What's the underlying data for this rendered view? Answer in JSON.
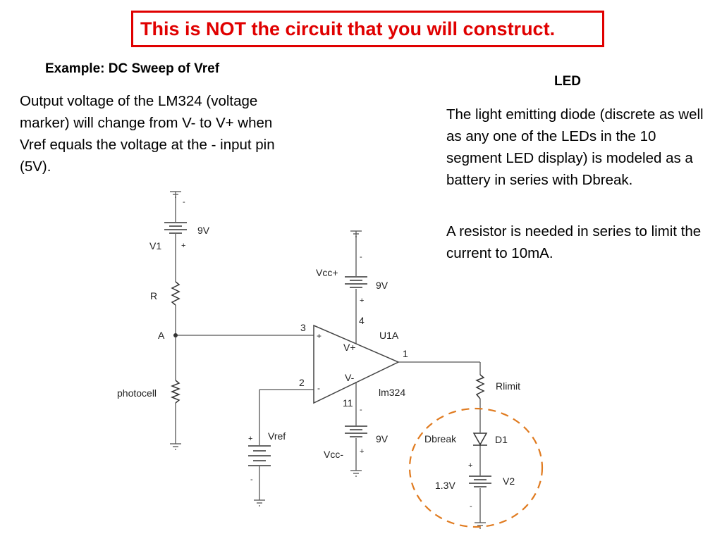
{
  "banner": {
    "text": "This is NOT the circuit that you will construct."
  },
  "example": {
    "heading": "Example:  DC Sweep of Vref",
    "text": "Output voltage of the LM324 (voltage marker) will change from V- to V+ when Vref equals the voltage at the - input pin (5V)."
  },
  "led": {
    "heading": "LED",
    "paragraph1": "The light emitting diode (discrete as well as any one of the LEDs in the 10 segment LED display) is modeled as a battery in series with Dbreak.",
    "paragraph2": "A resistor is needed in series to limit the current to 10mA."
  },
  "schematic": {
    "v1": {
      "name": "V1",
      "value": "9V",
      "minus": "-",
      "plus": "+"
    },
    "r": {
      "name": "R"
    },
    "node_a": {
      "name": "A"
    },
    "photocell": {
      "name": "photocell"
    },
    "vref": {
      "name": "Vref",
      "plus": "+",
      "minus": "-"
    },
    "vccp": {
      "name": "Vcc+",
      "value": "9V",
      "minus": "-",
      "plus": "+"
    },
    "vccm": {
      "name": "Vcc-",
      "value": "9V",
      "minus": "-",
      "plus": "+"
    },
    "opamp": {
      "name": "U1A",
      "model": "lm324",
      "pin3": "3",
      "pin2": "2",
      "pin4": "4",
      "pin11": "11",
      "pin1": "1",
      "in_plus": "+",
      "in_minus": "-",
      "vplus": "V+",
      "vminus": "V-"
    },
    "rlimit": {
      "name": "Rlimit"
    },
    "d1": {
      "name": "D1",
      "model": "Dbreak"
    },
    "v2": {
      "name": "V2",
      "value": "1.3V",
      "plus": "+",
      "minus": "-"
    }
  },
  "colors": {
    "banner": "#e00000",
    "led_model_outline": "#e07b20",
    "wire": "#555555"
  }
}
